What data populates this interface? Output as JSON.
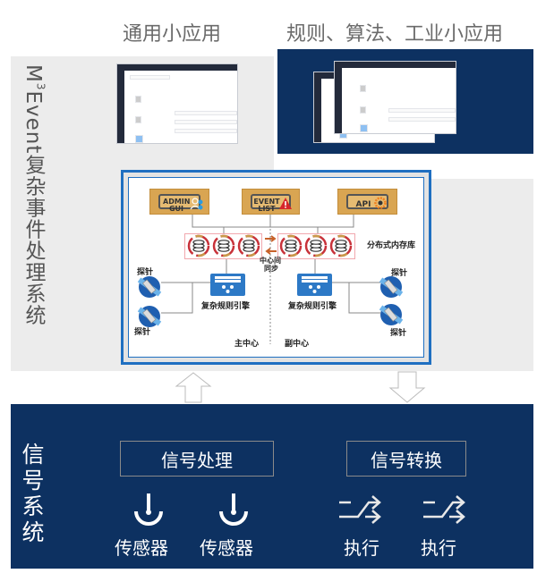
{
  "header": {
    "general_apps": "通用小应用",
    "rule_apps": "规则、算法、工业小应用"
  },
  "m3_system": {
    "title_prefix": "M",
    "title_sup": "3",
    "title_rest": "Event复杂事件处理系统"
  },
  "diagram": {
    "apps": [
      {
        "label_line1": "ADMIN",
        "label_line2": "GUI",
        "icon": "users-gear-icon"
      },
      {
        "label_line1": "EVENT",
        "label_line2": "LIST",
        "icon": "warning-icon"
      },
      {
        "label_line1": "API",
        "label_line2": "",
        "icon": "gear-icon"
      }
    ],
    "distributed_db": "分布式内存库",
    "sync_label_1": "中心间",
    "sync_label_2": "同步",
    "engine_label": "复杂规则引擎",
    "probe_label": "探针",
    "main_center": "主中心",
    "backup_center": "副中心"
  },
  "signal_system": {
    "title": "信号系统",
    "processing": "信号处理",
    "conversion": "信号转换",
    "sensors": [
      "传感器",
      "传感器"
    ],
    "actuators": [
      "执行",
      "执行"
    ]
  },
  "colors": {
    "navy": "#0d3161",
    "panel": "#ececec",
    "diagram_border": "#1f6fc1",
    "app_gold": "#d9a552"
  }
}
